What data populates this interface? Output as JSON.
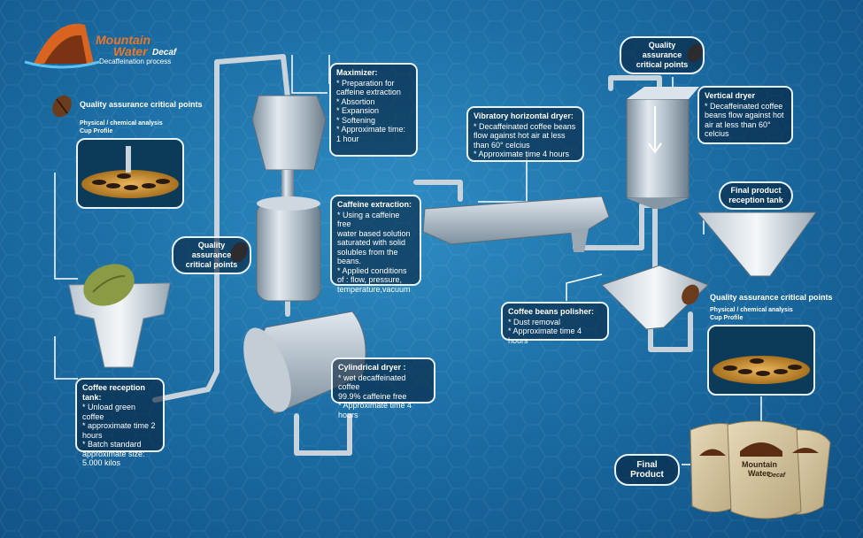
{
  "logo": {
    "line1": "Mountain",
    "line2": "Water",
    "brand": "Decaf",
    "subtitle": "Decaffeination process"
  },
  "qa_top_left": {
    "title": "Quality assurance critical points",
    "sub1": "Physical / chemical analysis",
    "sub2": "Cup Profile"
  },
  "qa_mid": {
    "line1": "Quality assurance",
    "line2": "critical points"
  },
  "qa_top_right": {
    "line1": "Quality assurance",
    "line2": "critical points"
  },
  "qa_right": {
    "title": "Quality assurance critical points",
    "sub1": "Physical / chemical analysis",
    "sub2": "Cup Profile"
  },
  "reception_tank": {
    "title": "Coffee reception tank:",
    "lines": [
      "* Unload green coffee",
      "* approximate time 2",
      "hours",
      "* Batch standard",
      "approximate  size:",
      "5.000 kilos"
    ]
  },
  "maximizer": {
    "title": "Maximizer:",
    "lines": [
      "*  Preparation  for",
      "caffeine extraction",
      "*  Absortion",
      "*  Expansion",
      "*  Softening",
      "*  Approximate time:",
      "1 hour"
    ]
  },
  "caffeine_extraction": {
    "title": "Caffeine extraction:",
    "lines": [
      "* Using a caffeine free",
      "water based solution",
      "saturated with solid",
      "solubles from the",
      "beans.",
      "*  Applied conditions",
      "of : flow, pressure,",
      "temperature,vacuum"
    ]
  },
  "cylindrical_dryer": {
    "title": "Cylindrical dryer :",
    "lines": [
      "*  wet decaffeinated coffee",
      "99.9% caffeine free",
      "* Approximate time 4 hours"
    ]
  },
  "vibratory_dryer": {
    "title": "Vibratory horizontal dryer:",
    "lines": [
      "*  Decaffeinated coffee beans",
      "flow against hot air at less",
      "than 60° celcius",
      "*  Approximate time 4 hours"
    ]
  },
  "vertical_dryer": {
    "title": "Vertical dryer",
    "lines": [
      "*  Decaffeinated coffee",
      "beans flow against hot",
      "air at less than 60°",
      "celcius"
    ]
  },
  "final_tank": {
    "line1": "Final product",
    "line2": "reception tank"
  },
  "polisher": {
    "title": "Coffee beans polisher:",
    "lines": [
      "*  Dust removal",
      "* Approximate time 4 hours"
    ]
  },
  "final_product": {
    "label": "Final Product"
  },
  "bag_text": {
    "line1": "Mountain",
    "line2": "Water",
    "brand": "Decaf"
  },
  "colors": {
    "background": "#1c6fa6",
    "pipe": "#c9d3dc",
    "steel": "#9fb0bf",
    "box_border": "#e8f2fa",
    "logo_orange": "#e8772a",
    "bean": "#6b3b1e"
  }
}
